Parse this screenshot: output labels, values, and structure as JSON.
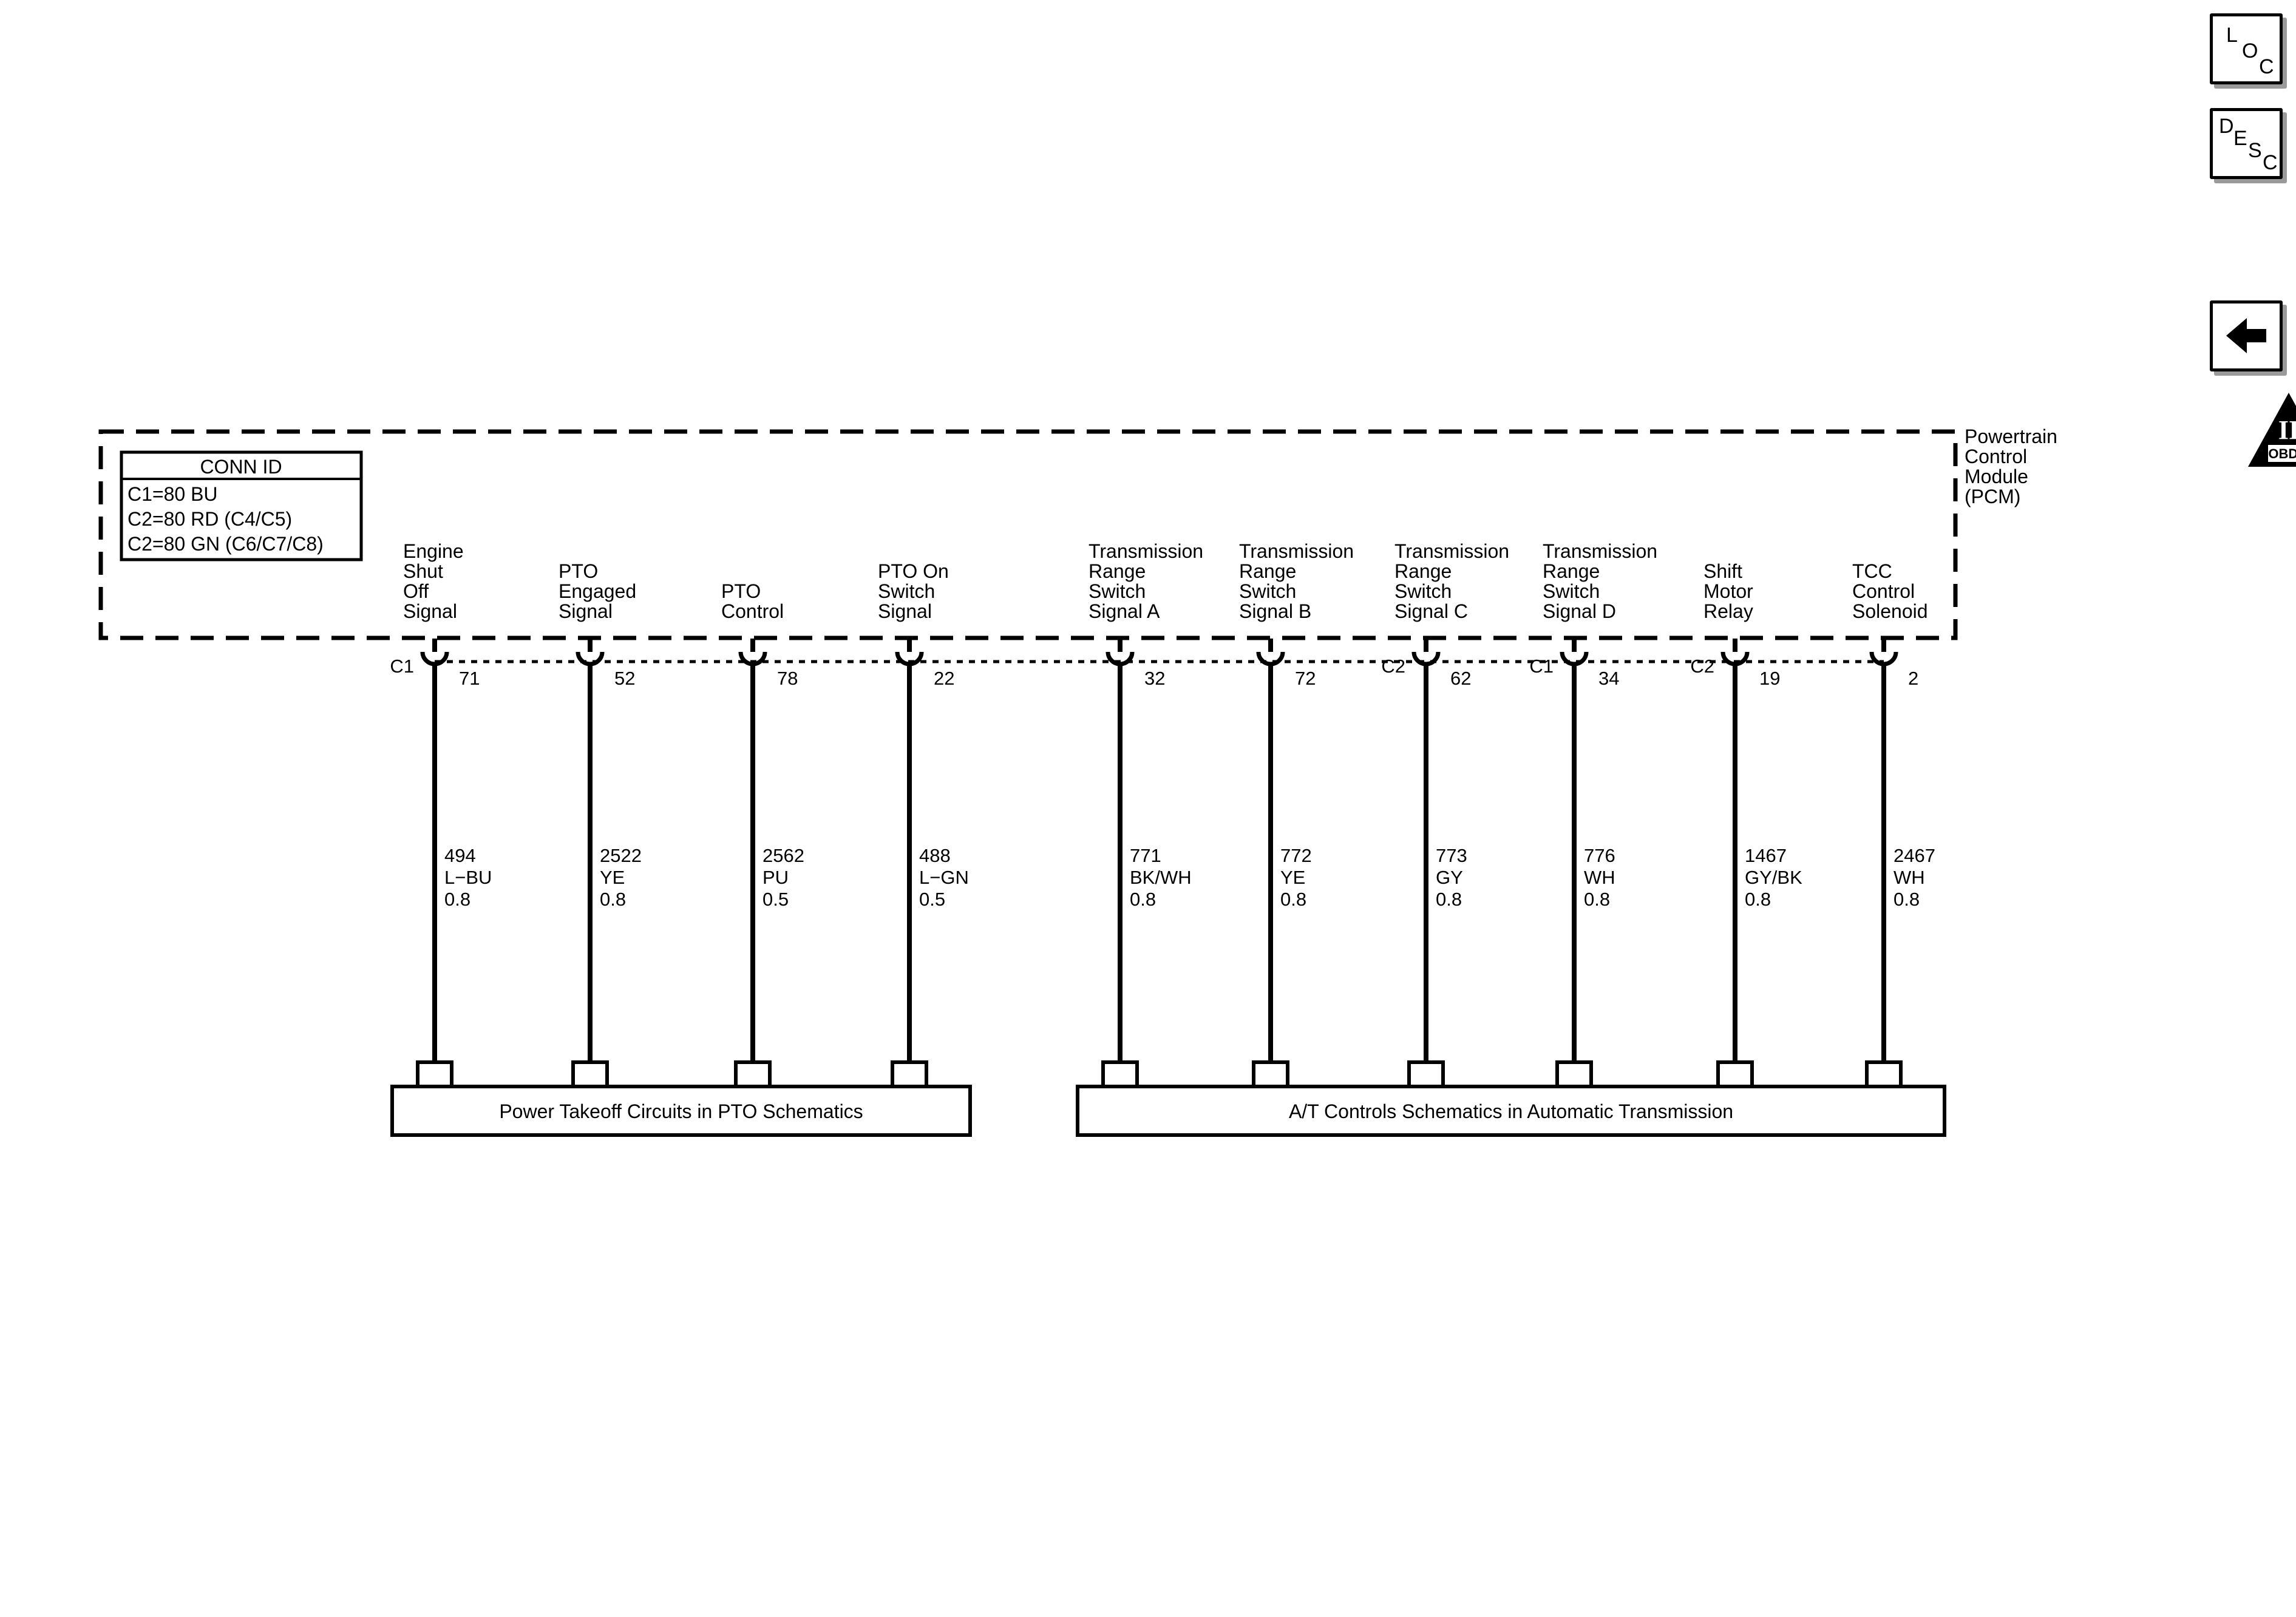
{
  "module": {
    "name_lines": [
      "Powertrain",
      "Control",
      "Module",
      "(PCM)"
    ]
  },
  "conn_id": {
    "title": "CONN ID",
    "rows": [
      "C1=80 BU",
      "C2=80 RD (C4/C5)",
      "C2=80 GN (C6/C7/C8)"
    ]
  },
  "circuits": [
    {
      "label_lines": [
        "Engine",
        "Shut",
        "Off",
        "Signal"
      ],
      "connector": "C1",
      "pin": "71",
      "wire_lines": [
        "494",
        "L−BU",
        "0.8"
      ]
    },
    {
      "label_lines": [
        "PTO",
        "Engaged",
        "Signal"
      ],
      "connector": "",
      "pin": "52",
      "wire_lines": [
        "2522",
        "YE",
        "0.8"
      ]
    },
    {
      "label_lines": [
        "PTO",
        "Control"
      ],
      "connector": "",
      "pin": "78",
      "wire_lines": [
        "2562",
        "PU",
        "0.5"
      ]
    },
    {
      "label_lines": [
        "PTO On",
        "Switch",
        "Signal"
      ],
      "connector": "",
      "pin": "22",
      "wire_lines": [
        "488",
        "L−GN",
        "0.5"
      ]
    },
    {
      "label_lines": [
        "Transmission",
        "Range",
        "Switch",
        "Signal A"
      ],
      "connector": "",
      "pin": "32",
      "wire_lines": [
        "771",
        "BK/WH",
        "0.8"
      ]
    },
    {
      "label_lines": [
        "Transmission",
        "Range",
        "Switch",
        "Signal B"
      ],
      "connector": "",
      "pin": "72",
      "wire_lines": [
        "772",
        "YE",
        "0.8"
      ]
    },
    {
      "label_lines": [
        "Transmission",
        "Range",
        "Switch",
        "Signal C"
      ],
      "connector": "C2",
      "pin": "62",
      "wire_lines": [
        "773",
        "GY",
        "0.8"
      ]
    },
    {
      "label_lines": [
        "Transmission",
        "Range",
        "Switch",
        "Signal D"
      ],
      "connector": "C1",
      "pin": "34",
      "wire_lines": [
        "776",
        "WH",
        "0.8"
      ]
    },
    {
      "label_lines": [
        "Shift",
        "Motor",
        "Relay"
      ],
      "connector": "C2",
      "pin": "19",
      "wire_lines": [
        "1467",
        "GY/BK",
        "0.8"
      ]
    },
    {
      "label_lines": [
        "TCC",
        "Control",
        "Solenoid"
      ],
      "connector": "",
      "pin": "2",
      "wire_lines": [
        "2467",
        "WH",
        "0.8"
      ]
    }
  ],
  "destinations": [
    {
      "label": "Power Takeoff Circuits in PTO Schematics",
      "circuit_indices": [
        0,
        1,
        2,
        3
      ]
    },
    {
      "label": "A/T Controls Schematics in Automatic Transmission",
      "circuit_indices": [
        4,
        5,
        6,
        7,
        8,
        9
      ]
    }
  ],
  "nav": {
    "loc": [
      "L",
      "O",
      "C"
    ],
    "desc": [
      "D",
      "E",
      "S",
      "C"
    ],
    "back_icon": "left-arrow-icon",
    "obd": {
      "numeral": "II",
      "label": "OBD II"
    }
  }
}
